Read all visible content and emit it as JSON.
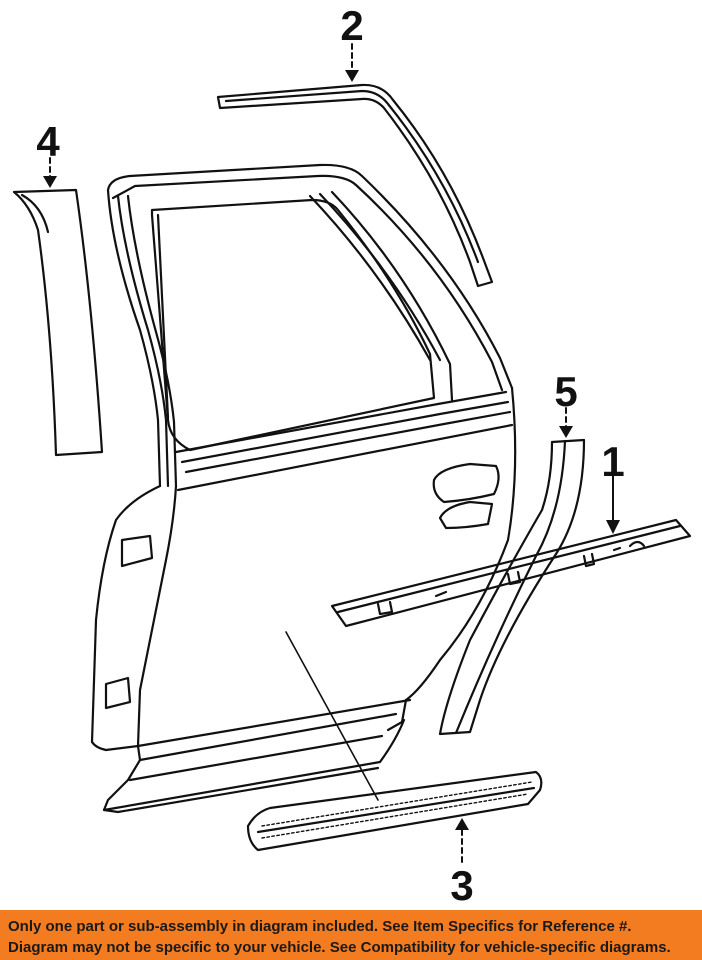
{
  "diagram": {
    "callouts": [
      {
        "id": "1",
        "label": "1"
      },
      {
        "id": "2",
        "label": "2"
      },
      {
        "id": "3",
        "label": "3"
      },
      {
        "id": "4",
        "label": "4"
      },
      {
        "id": "5",
        "label": "5"
      }
    ]
  },
  "banner": {
    "line1": "Only one part or sub-assembly in diagram included. See Item Specifics for Reference #.",
    "line2": "Diagram may not be specific to your vehicle. See Compatibility for vehicle-specific diagrams.",
    "background_color": "#f47c20"
  }
}
